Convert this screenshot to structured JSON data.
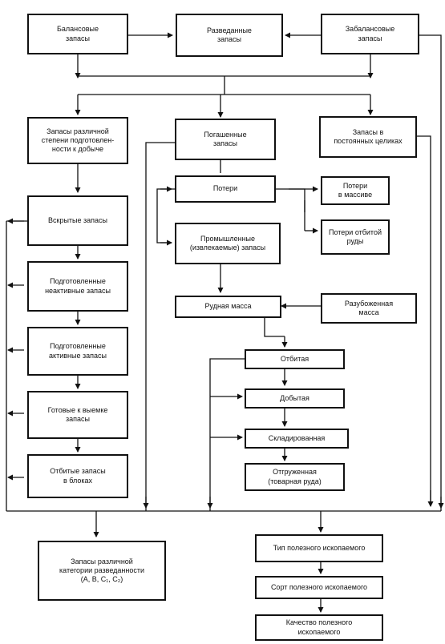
{
  "boxes": {
    "balance": "Балансовые\nзапасы",
    "explored": "Разведанные\nзапасы",
    "offbalance": "Забалансовые\nзапасы",
    "preparation": "Запасы различной\nстепени подготовлен-\nности к добыче",
    "redeemed": "Погашенные\nзапасы",
    "pillars": "Запасы в\nпостоянных целиках",
    "losses": "Потери",
    "losses_massif": "Потери\nв массиве",
    "losses_broken": "Потери отбитой\nруды",
    "industrial": "Промышленные\n(извлекаемые) запасы",
    "ore_mass": "Рудная масса",
    "diluting": "Разубоженная\nмасса",
    "opened": "Вскрытые запасы",
    "prepared_inactive": "Подготовленные\nнеактивные запасы",
    "prepared_active": "Подготовленные\nактивные запасы",
    "ready": "Готовые к выемке\nзапасы",
    "broken_blocks": "Отбитые запасы\nв блоках",
    "broken": "Отбитая",
    "mined": "Добытая",
    "stored": "Складированная",
    "shipped": "Отгруженная\n(товарная руда)",
    "categories": "Запасы различной\nкатегории разведанности\n(A, B, C₁, C₂)",
    "mineral_type": "Тип полезного ископаемого",
    "mineral_grade": "Сорт полезного ископаемого",
    "mineral_quality": "Качество полезного\nископаемого"
  }
}
